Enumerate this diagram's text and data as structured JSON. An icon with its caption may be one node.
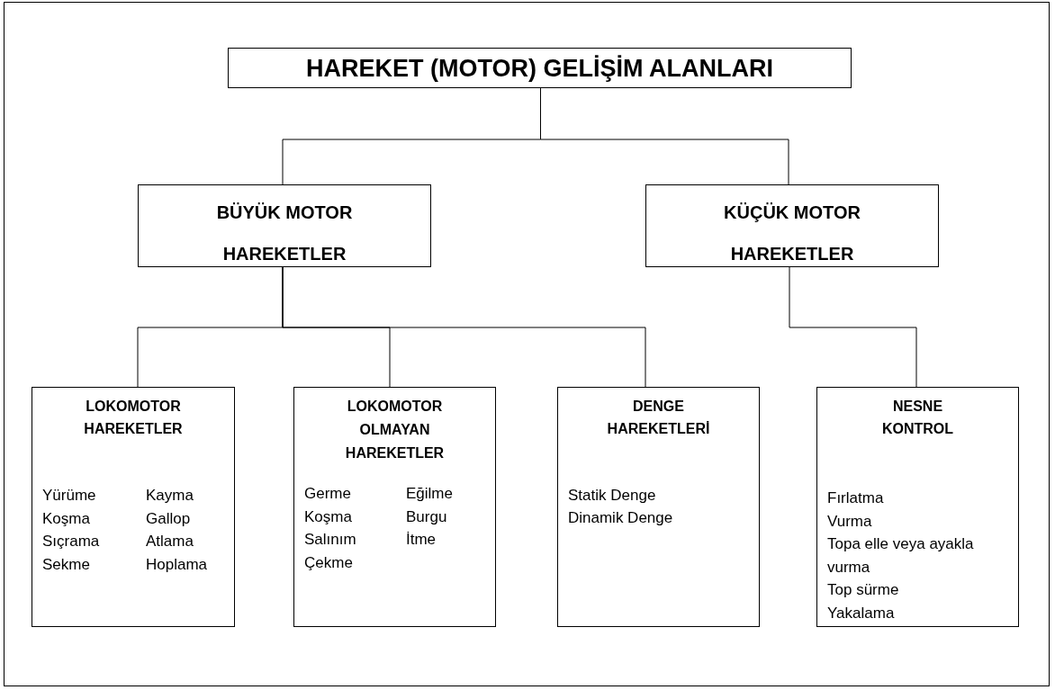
{
  "diagram": {
    "nodes": [
      {
        "text": [
          "HAREKET (MOTOR) GELİŞİM ALANLARI"
        ]
      },
      {
        "text": [
          "BÜYÜK MOTOR HAREKETLER"
        ]
      },
      {
        "text": [
          "KÜÇÜK MOTOR HAREKETLER"
        ]
      },
      {
        "text": [
          "LOKOMOTOR HAREKETLER",
          "Yürüme",
          "Koşma",
          "Sıçrama",
          "Sekme",
          "Kayma",
          "Gallop",
          "Atlama",
          "Hoplama"
        ]
      },
      {
        "text": [
          "LOKOMOTOR OLMAYAN HAREKETLER",
          "Germe",
          "Koşma",
          "Salınım",
          "Çekme",
          "Eğilme",
          "Burgu",
          "İtme"
        ]
      },
      {
        "text": [
          "DENGE HAREKETLERİ",
          "Statik  Denge",
          "Dinamik  Denge"
        ]
      },
      {
        "text": [
          "NESNE KONTROL",
          "Fırlatma",
          "Vurma",
          "Topa elle veya ayakla vurma",
          "Top sürme",
          "Yakalama"
        ]
      }
    ],
    "edges": [
      {
        "from": 0,
        "to": 1,
        "arrow": "none"
      },
      {
        "from": 0,
        "to": 2,
        "arrow": "none"
      },
      {
        "from": 1,
        "to": 3,
        "arrow": "none"
      },
      {
        "from": 1,
        "to": 4,
        "arrow": "none"
      },
      {
        "from": 1,
        "to": 5,
        "arrow": "none"
      },
      {
        "from": 2,
        "to": 6,
        "arrow": "none"
      }
    ]
  }
}
